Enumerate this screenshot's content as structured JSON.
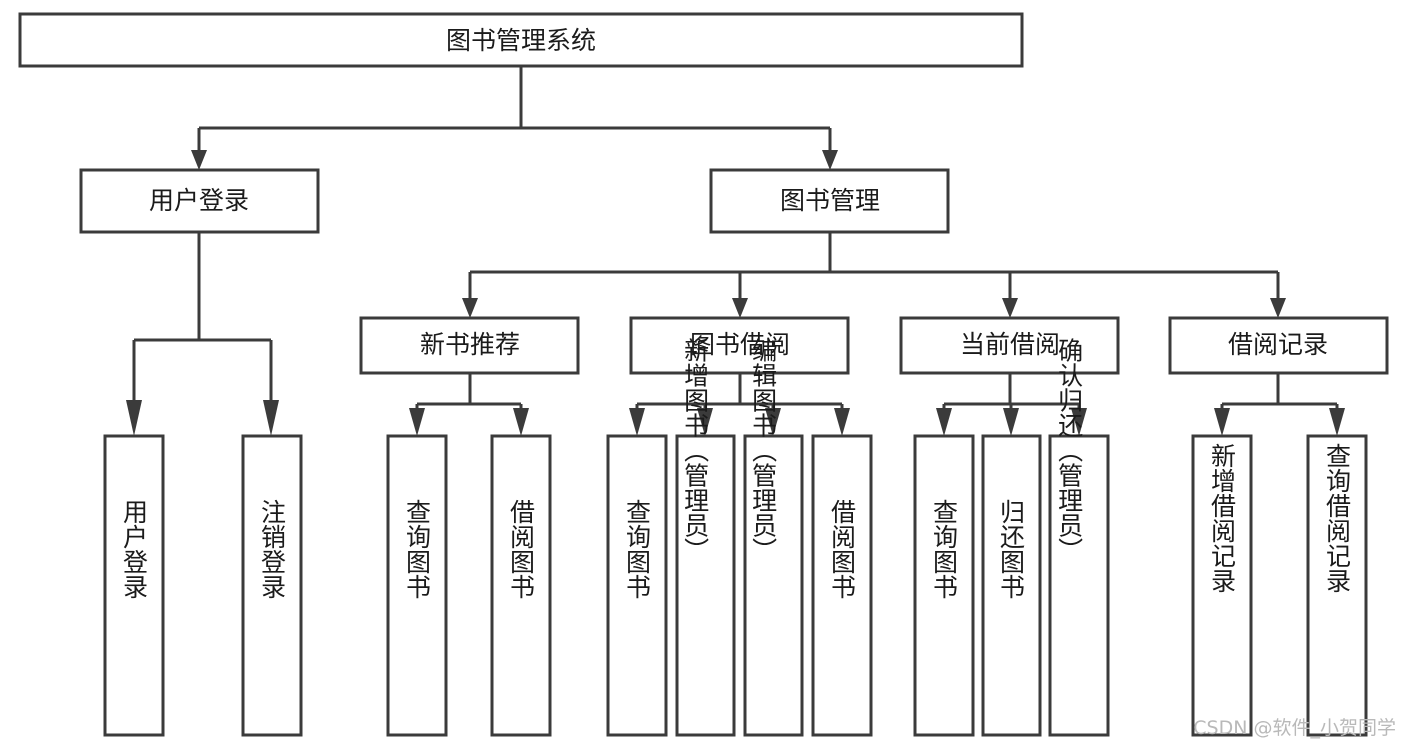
{
  "diagram": {
    "type": "hierarchy-tree",
    "title": "图书管理系统",
    "watermark": "CSDN @软件_小贺同学",
    "colors": {
      "box_stroke": "#3b3b3b",
      "box_fill": "#ffffff",
      "text": "#1b1b1b",
      "connector": "#3b3b3b",
      "watermark": "#b9b9b9",
      "background": "#ffffff"
    },
    "levels": [
      {
        "level": 1,
        "nodes": [
          {
            "id": "root",
            "label": "图书管理系统",
            "orientation": "horizontal"
          }
        ]
      },
      {
        "level": 2,
        "nodes": [
          {
            "id": "user-login",
            "label": "用户登录",
            "orientation": "horizontal",
            "parent": "root"
          },
          {
            "id": "book-manage",
            "label": "图书管理",
            "orientation": "horizontal",
            "parent": "root"
          }
        ]
      },
      {
        "level": 3,
        "nodes": [
          {
            "id": "new-book-rec",
            "label": "新书推荐",
            "orientation": "horizontal",
            "parent": "book-manage"
          },
          {
            "id": "book-borrow",
            "label": "图书借阅",
            "orientation": "horizontal",
            "parent": "book-manage"
          },
          {
            "id": "current-borrow",
            "label": "当前借阅",
            "orientation": "horizontal",
            "parent": "book-manage"
          },
          {
            "id": "borrow-record",
            "label": "借阅记录",
            "orientation": "horizontal",
            "parent": "book-manage"
          }
        ]
      },
      {
        "level": 4,
        "nodes": [
          {
            "id": "leaf-user-login",
            "label": "用户登录",
            "orientation": "vertical",
            "parent": "user-login"
          },
          {
            "id": "leaf-logout",
            "label": "注销登录",
            "orientation": "vertical",
            "parent": "user-login"
          },
          {
            "id": "leaf-query-book-1",
            "label": "查询图书",
            "orientation": "vertical",
            "parent": "new-book-rec"
          },
          {
            "id": "leaf-borrow-book-1",
            "label": "借阅图书",
            "orientation": "vertical",
            "parent": "new-book-rec"
          },
          {
            "id": "leaf-query-book-2",
            "label": "查询图书",
            "orientation": "vertical",
            "parent": "book-borrow"
          },
          {
            "id": "leaf-add-book",
            "label": "新增图书（管理员）",
            "orientation": "vertical",
            "parent": "book-borrow"
          },
          {
            "id": "leaf-edit-book",
            "label": "编辑图书（管理员）",
            "orientation": "vertical",
            "parent": "book-borrow"
          },
          {
            "id": "leaf-borrow-book-2",
            "label": "借阅图书",
            "orientation": "vertical",
            "parent": "book-borrow"
          },
          {
            "id": "leaf-query-book-3",
            "label": "查询图书",
            "orientation": "vertical",
            "parent": "current-borrow"
          },
          {
            "id": "leaf-return-book",
            "label": "归还图书",
            "orientation": "vertical",
            "parent": "current-borrow"
          },
          {
            "id": "leaf-confirm-return",
            "label": "确认归还（管理员）",
            "orientation": "vertical",
            "parent": "current-borrow"
          },
          {
            "id": "leaf-add-record",
            "label": "新增借阅记录",
            "orientation": "vertical",
            "parent": "borrow-record"
          },
          {
            "id": "leaf-query-record",
            "label": "查询借阅记录",
            "orientation": "vertical",
            "parent": "borrow-record"
          }
        ]
      }
    ],
    "edges": [
      {
        "from": "root",
        "to": "user-login"
      },
      {
        "from": "root",
        "to": "book-manage"
      },
      {
        "from": "book-manage",
        "to": "new-book-rec"
      },
      {
        "from": "book-manage",
        "to": "book-borrow"
      },
      {
        "from": "book-manage",
        "to": "current-borrow"
      },
      {
        "from": "book-manage",
        "to": "borrow-record"
      },
      {
        "from": "user-login",
        "to": "leaf-user-login"
      },
      {
        "from": "user-login",
        "to": "leaf-logout"
      },
      {
        "from": "new-book-rec",
        "to": "leaf-query-book-1"
      },
      {
        "from": "new-book-rec",
        "to": "leaf-borrow-book-1"
      },
      {
        "from": "book-borrow",
        "to": "leaf-query-book-2"
      },
      {
        "from": "book-borrow",
        "to": "leaf-add-book"
      },
      {
        "from": "book-borrow",
        "to": "leaf-edit-book"
      },
      {
        "from": "book-borrow",
        "to": "leaf-borrow-book-2"
      },
      {
        "from": "current-borrow",
        "to": "leaf-query-book-3"
      },
      {
        "from": "current-borrow",
        "to": "leaf-return-book"
      },
      {
        "from": "current-borrow",
        "to": "leaf-confirm-return"
      },
      {
        "from": "borrow-record",
        "to": "leaf-add-record"
      },
      {
        "from": "borrow-record",
        "to": "leaf-query-record"
      }
    ]
  }
}
